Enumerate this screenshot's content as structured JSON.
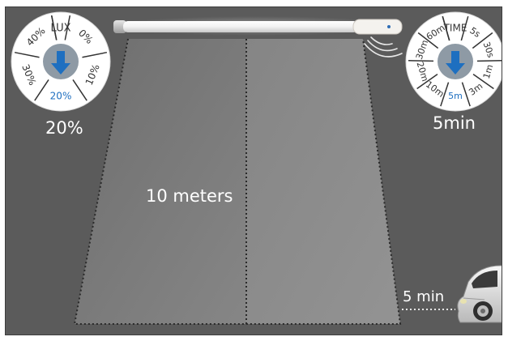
{
  "lux_dial": {
    "title": "LUX",
    "options": [
      "0%",
      "10%",
      "20%",
      "30%",
      "40%"
    ],
    "selected": "20%",
    "readout": "20%"
  },
  "time_dial": {
    "title": "TIME",
    "options": [
      "5s",
      "30s",
      "1m",
      "3m",
      "5m",
      "10m",
      "20m",
      "30m",
      "60m"
    ],
    "selected": "5m",
    "readout": "5min"
  },
  "area": {
    "distance_label": "10 meters"
  },
  "car": {
    "timer_label": "5 min"
  },
  "colors": {
    "background": "#5b5b5b",
    "floor_left": "#7c7c7c",
    "floor_right": "#8a8a8a",
    "dial_face": "#ffffff",
    "dial_center": "#8e9aa5",
    "arrow": "#1e6fc0",
    "selected_text": "#1e6fc0",
    "label_text": "#ffffff"
  },
  "icons": {
    "sensor": "motion-sensor-icon",
    "signal": "sensor-wave-icon",
    "arrow": "arrow-down-icon",
    "car": "car-icon"
  }
}
